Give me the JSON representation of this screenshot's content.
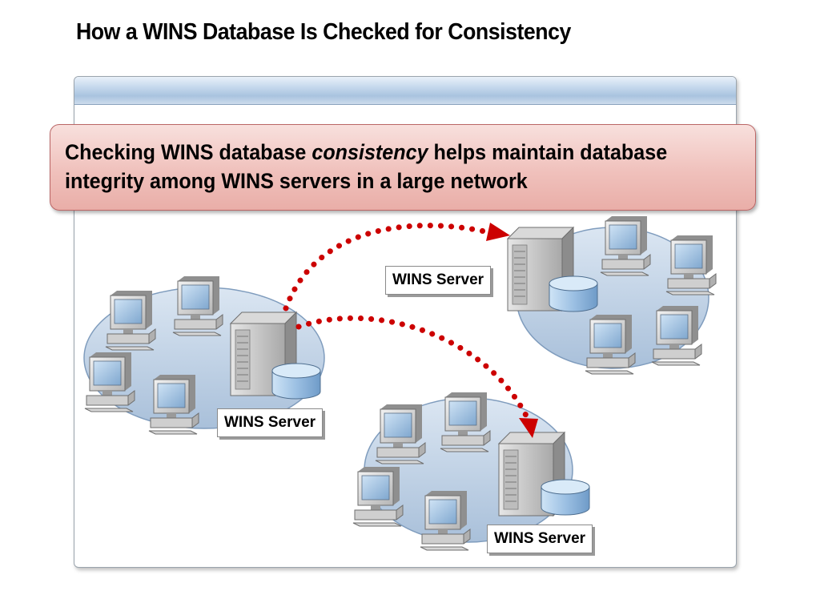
{
  "title": "How a WINS Database Is Checked for Consistency",
  "callout": {
    "before": "Checking WINS database ",
    "emphasis": "consistency",
    "after": " helps maintain database integrity among WINS servers in a large network"
  },
  "labels": {
    "left": "WINS Server",
    "top_right": "WINS Server",
    "bottom": "WINS Server"
  },
  "colors": {
    "arrow": "#cc0000",
    "network_fill": "#b8cde4",
    "callout_fill": "#f0c1bc",
    "band": "#a9c3df"
  },
  "icons": [
    "workstation-icon",
    "server-icon",
    "database-icon",
    "network-ring-icon"
  ]
}
